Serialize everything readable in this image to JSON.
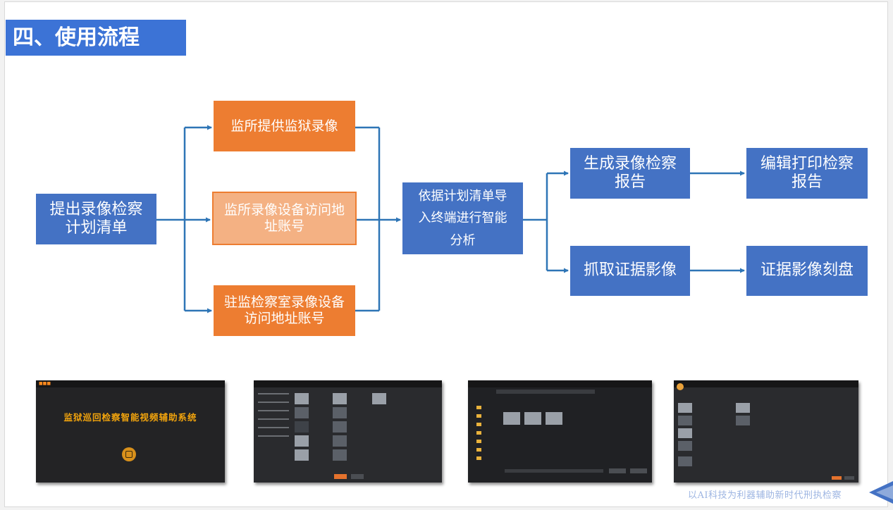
{
  "title": "四、使用流程",
  "flow": {
    "start": "提出录像检察计划清单",
    "source_1": "监所提供监狱录像",
    "source_2": "监所录像设备访问地址账号",
    "source_3": "驻监检察室录像设备访问地址账号",
    "analysis": "依据计划清单导入终端进行智能分析",
    "output_1": "生成录像检察报告",
    "output_2": "抓取证据影像",
    "final_1": "编辑打印检察报告",
    "final_2": "证据影像刻盘"
  },
  "screenshots": {
    "splash_title": "监狱巡回检察智能视频辅助系统"
  },
  "footer": "以AI科技为利器辅助新时代刑执检察",
  "colors": {
    "title_bar": "#3c73d6",
    "blue_box": "#4472c4",
    "orange_box": "#ed7d31",
    "orange_light_box": "#f4b183",
    "arrow": "#2e75b6"
  }
}
